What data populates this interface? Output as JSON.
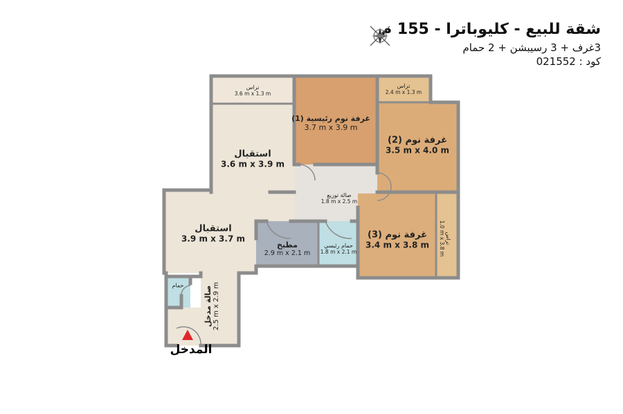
{
  "header": {
    "title": "شقة للبيع - كليوباترا - 155 م",
    "subtitle": "3غرف + 3 رسيبشن + 2 حمام",
    "code": "كود : 021552",
    "compass_icon": "compass-rose-icon"
  },
  "rooms": {
    "terrace1": {
      "name": "تراس",
      "dims": "3.6 m x 1.3 m"
    },
    "master": {
      "name": "غرفة نوم رئيسية (1)",
      "dims": "3.7 m x 3.9 m"
    },
    "terrace2": {
      "name": "تراس",
      "dims": "2.4 m x 1.3 m"
    },
    "bedroom2": {
      "name": "غرفة نوم (2)",
      "dims": "3.5 m x 4.0 m"
    },
    "reception1": {
      "name": "استقبال",
      "dims": "3.6 m x 3.9 m"
    },
    "hall": {
      "name": "صالة توزيع",
      "dims": "1.8 m x 2.5 m"
    },
    "reception2": {
      "name": "استقبال",
      "dims": "3.9 m x 3.7 m"
    },
    "kitchen": {
      "name": "مطبخ",
      "dims": "2.9 m x 2.1 m"
    },
    "bath_main": {
      "name": "حمام رئيسي",
      "dims": "1.8 m x 2.1 m"
    },
    "bedroom3": {
      "name": "غرفة نوم (3)",
      "dims": "3.4 m x 3.8 m"
    },
    "terrace3": {
      "name": "تراس",
      "dims": "1.0 m x 3.8 m"
    },
    "bath_small": {
      "name": "حمام"
    },
    "entry_hall": {
      "name": "صالة مدخل",
      "dims": "2.5 m x 2.9 m"
    }
  },
  "entrance": {
    "label": "المدخل",
    "arrow_color": "#e0262b"
  },
  "colors": {
    "wall": "#8c8c8c",
    "wood": "#dcae7c",
    "beige": "#ede5d8",
    "kitchen": "#a9b1bd",
    "bath": "#bfdfe4"
  }
}
